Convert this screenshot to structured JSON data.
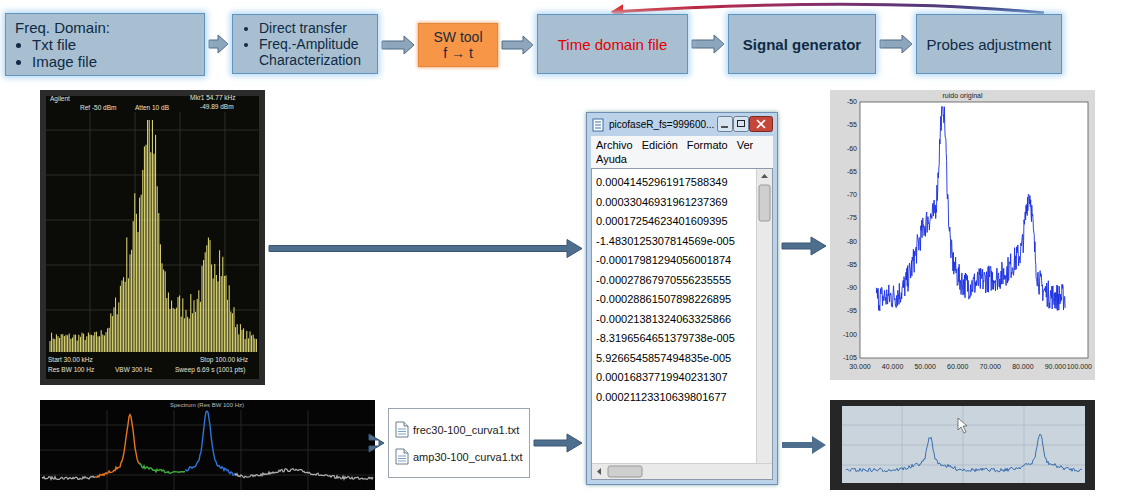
{
  "diagram": {
    "nodes": [
      {
        "text": [
          "Freq. Domain:",
          "Txt file",
          "Image file"
        ]
      },
      {
        "text": [
          "Direct transfer",
          "Freq.-Amplitude Characterization"
        ]
      },
      {
        "text": [
          "SW tool",
          "f → t"
        ]
      },
      {
        "text": [
          "Time domain file"
        ]
      },
      {
        "text": [
          "Signal generator"
        ]
      },
      {
        "text": [
          "Probes adjustment"
        ]
      },
      {
        "text": [
          "Agilent",
          "Ref -50 dBm",
          "Atten 10 dB",
          "Mkr1 54.77 kHz",
          "-49.89 dBm",
          "Start 30.00 kHz",
          "Res BW 100 Hz",
          "VBW 300 Hz",
          "Stop 100.00 kHz",
          "Sweep 6.69 s (1001 pts)"
        ]
      },
      {
        "text": [
          "Spectrum (Res BW 100 Hz)"
        ]
      },
      {
        "text": [
          "frec30-100_curva1.txt",
          "amp30-100_curva1.txt"
        ]
      },
      {
        "text": [
          "picofaseR_fs=999600...",
          "Archivo",
          "Edición",
          "Formato",
          "Ver",
          "Ayuda",
          "0.00041452961917588349",
          "0.00033046931961237369",
          "0.00017254623401609395",
          "-1.4830125307814569e-005",
          "-0.00017981294056001874",
          "-0.00027867970556235555",
          "-0.00028861507898226895",
          "-0.00021381324063325866",
          "-8.3196564651379738e-005",
          "5.9266545857494835e-005",
          "0.00016837719940231307",
          "0.00021123310639801677"
        ]
      },
      {
        "text": [
          "ruido original",
          "30.000",
          "40.000",
          "50.000",
          "60.000",
          "70.000",
          "80.000",
          "90.000",
          "100.000",
          "-50",
          "-55",
          "-60",
          "-65",
          "-70",
          "-75",
          "-80",
          "-85",
          "-90",
          "-95",
          "-100",
          "-105"
        ]
      }
    ],
    "edges": [
      {
        "from": 0,
        "to": 1,
        "arrow": "to"
      },
      {
        "from": 1,
        "to": 2,
        "arrow": "to"
      },
      {
        "from": 2,
        "to": 3,
        "arrow": "to"
      },
      {
        "from": 3,
        "to": 4,
        "arrow": "to"
      },
      {
        "from": 4,
        "to": 5,
        "arrow": "to"
      },
      {
        "from": 5,
        "to": 3,
        "arrow": "to"
      },
      {
        "from": 6,
        "to": 9,
        "arrow": "to"
      },
      {
        "from": 7,
        "to": 8,
        "arrow": "to"
      },
      {
        "from": 8,
        "to": 9,
        "arrow": "to"
      },
      {
        "from": 9,
        "to": 10,
        "arrow": "to"
      }
    ]
  }
}
